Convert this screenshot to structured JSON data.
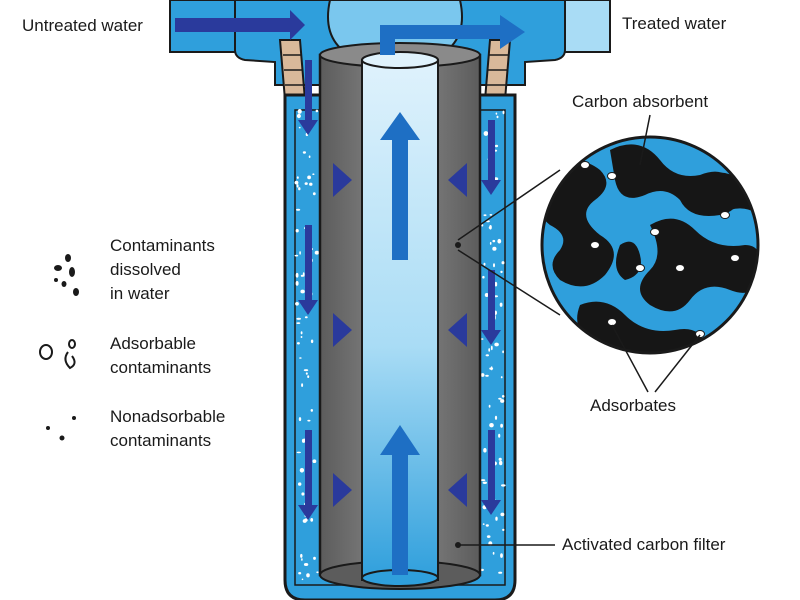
{
  "labels": {
    "untreated_water": "Untreated water",
    "treated_water": "Treated water",
    "carbon_absorbent": "Carbon absorbent",
    "adsorbates": "Adsorbates",
    "activated_carbon_filter": "Activated carbon filter"
  },
  "legend": {
    "dissolved": [
      "Contaminants",
      "dissolved",
      "in water"
    ],
    "adsorbable": [
      "Adsorbable",
      "contaminants"
    ],
    "nonadsorbable": [
      "Nonadsorbable",
      "contaminants"
    ]
  },
  "colors": {
    "water_blue": "#2f9fdc",
    "light_water": "#a9dcf5",
    "flow_arrow": "#2a3a9c",
    "core_arrow": "#1e6fc4",
    "carbon_gray": "#6f6f6f",
    "carbon_black": "#161616",
    "outline": "#1a1a1a",
    "fitting_tan": "#d9b99a"
  }
}
